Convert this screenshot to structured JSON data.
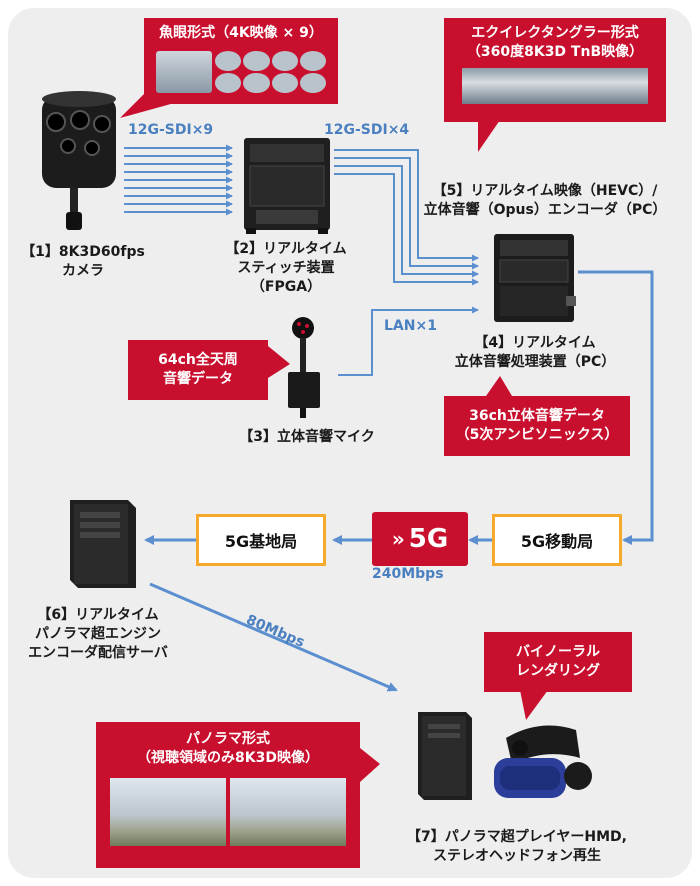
{
  "nodes": {
    "camera": {
      "lines": [
        "【1】8K3D60fps",
        "カメラ"
      ]
    },
    "stitch": {
      "lines": [
        "【2】リアルタイム",
        "スティッチ装置",
        "（FPGA）"
      ]
    },
    "mic": {
      "label": "【3】立体音響マイク"
    },
    "audio_pc": {
      "lines": [
        "【4】リアルタイム",
        "立体音響処理装置（PC）"
      ]
    },
    "encoder_pc": {
      "lines": [
        "【5】リアルタイム映像（HEVC）/",
        "立体音響（Opus）エンコーダ（PC）"
      ]
    },
    "server": {
      "lines": [
        "【6】リアルタイム",
        "パノラマ超エンジン",
        "エンコーダ配信サーバ"
      ]
    },
    "player": {
      "lines": [
        "【7】パノラマ超プレイヤーHMD,",
        "ステレオヘッドフォン再生"
      ]
    }
  },
  "callouts": {
    "fisheye": {
      "lines": [
        "魚眼形式（4K映像 × 9）"
      ]
    },
    "equirect": {
      "lines": [
        "エクイレクタングラー形式",
        "（360度8K3D TnB映像）"
      ]
    },
    "mic_data": {
      "lines": [
        "64ch全天周",
        "音響データ"
      ]
    },
    "audio36": {
      "lines": [
        "36ch立体音響データ",
        "（5次アンビソニックス）"
      ]
    },
    "binaural": {
      "lines": [
        "バイノーラル",
        "レンダリング"
      ]
    },
    "panorama": {
      "lines": [
        "パノラマ形式",
        "（視聴領域のみ8K3D映像）"
      ]
    }
  },
  "links": {
    "sdi9": "12G-SDI×9",
    "sdi4": "12G-SDI×4",
    "lan": "LAN×1",
    "rate240": "240Mbps",
    "rate80": "80Mbps"
  },
  "network": {
    "mobile": "5G移動局",
    "base": "5G基地局",
    "logo": "5G"
  },
  "colors": {
    "accent_red": "#c8102e",
    "arrow_blue": "#5b8fd0",
    "box_orange": "#f6a92b",
    "background": "#eeeeee"
  }
}
